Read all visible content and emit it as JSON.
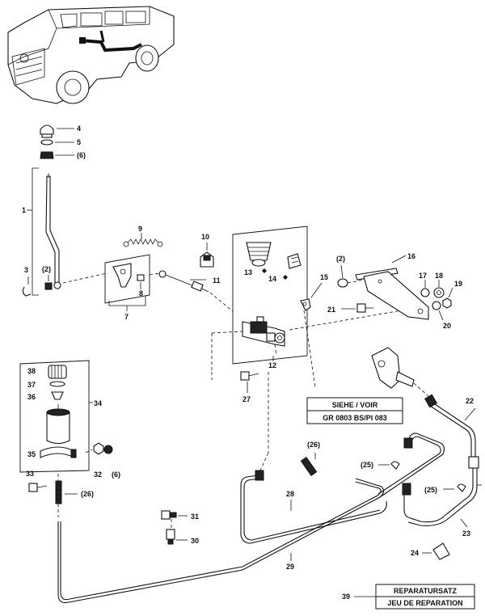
{
  "callouts": {
    "c1": "1",
    "c2": "(2)",
    "c2b": "(2)",
    "c3": "3",
    "c4": "4",
    "c5": "5",
    "c6": "(6)",
    "c6b": "(6)",
    "c7": "7",
    "c8": "8",
    "c9": "9",
    "c10": "10",
    "c11": "11",
    "c12": "12",
    "c13": "13",
    "c14": "14",
    "c15": "15",
    "c16": "16",
    "c17": "17",
    "c18": "18",
    "c19": "19",
    "c20": "20",
    "c21": "21",
    "c22": "22",
    "c23": "23",
    "c24": "24",
    "c25a": "(25)",
    "c25b": "(25)",
    "c26a": "(26)",
    "c26b": "(26)",
    "c27": "27",
    "c28": "28",
    "c29": "29",
    "c30": "30",
    "c31": "31",
    "c32": "32",
    "c33": "33",
    "c34": "34",
    "c35": "35",
    "c36": "36",
    "c37": "37",
    "c38": "38",
    "c39": "39"
  },
  "reference_box": {
    "line1": "SIEHE / VOIR",
    "line2": "GR  0803  BS/PI 083"
  },
  "repair_box": {
    "line1": "REPARATURSATZ",
    "line2": "JEU DE REPARATION"
  },
  "icons": [
    "vehicle-thumbnail-icon",
    "diamond-marker-icon"
  ]
}
